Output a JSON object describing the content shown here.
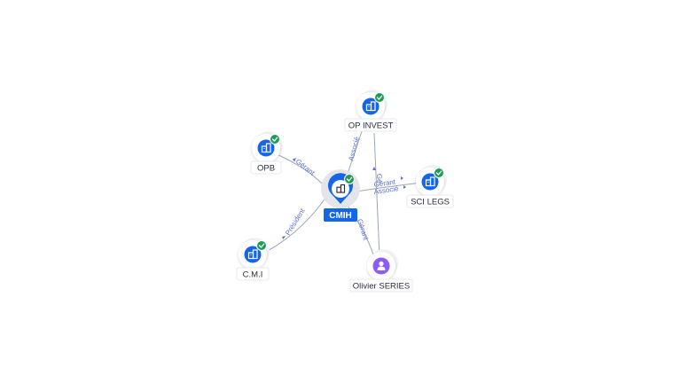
{
  "colors": {
    "company_blue": "#1565e8",
    "check_green": "#1e9e54",
    "person_purple": "#8b5cf6",
    "edge_label": "#5b6fd6"
  },
  "nodes": {
    "center": {
      "label": "CMIH",
      "icon": "company-icon"
    },
    "op_invest": {
      "label": "OP INVEST",
      "icon": "company-icon"
    },
    "opb": {
      "label": "OPB",
      "icon": "company-icon"
    },
    "sci_legs": {
      "label": "SCI LEGS",
      "icon": "company-icon"
    },
    "cmi": {
      "label": "C.M.I",
      "icon": "company-icon"
    },
    "olivier": {
      "label": "Olivier SERIES",
      "icon": "person-icon"
    }
  },
  "edges": {
    "opb": {
      "label": "Gérant"
    },
    "op_invest": {
      "label": "Associé"
    },
    "sci_legs_1": {
      "label": "Gérant"
    },
    "sci_legs_2": {
      "label": "Associé"
    },
    "cmi": {
      "label": "Président"
    },
    "olivier_center": {
      "label": "Gérant"
    },
    "olivier_op": {
      "label": "Gé"
    }
  }
}
